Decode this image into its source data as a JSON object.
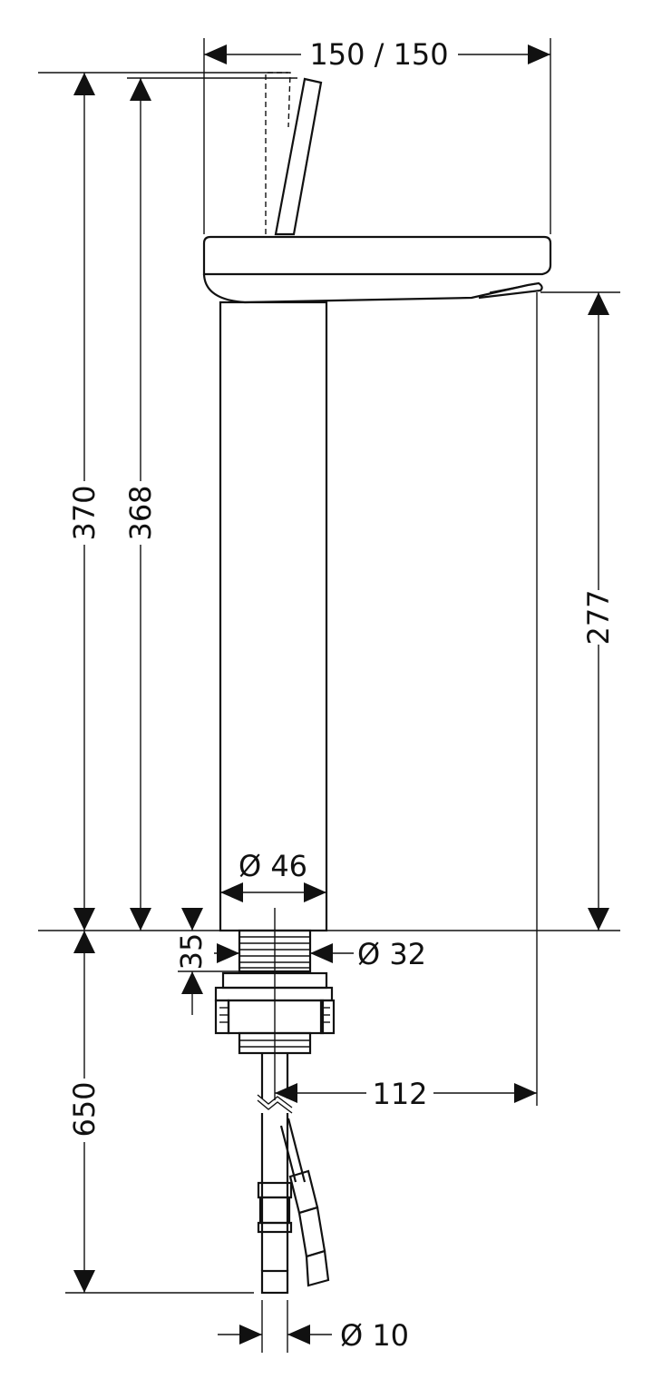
{
  "dimensions": {
    "top_width": "150 / 150",
    "total_height": "370",
    "body_height": "368",
    "spout_height": "277",
    "body_diameter": "Ø 46",
    "thread_length": "35",
    "thread_diameter": "Ø 32",
    "hose_length": "650",
    "spout_reach": "112",
    "hose_diameter": "Ø 10"
  }
}
